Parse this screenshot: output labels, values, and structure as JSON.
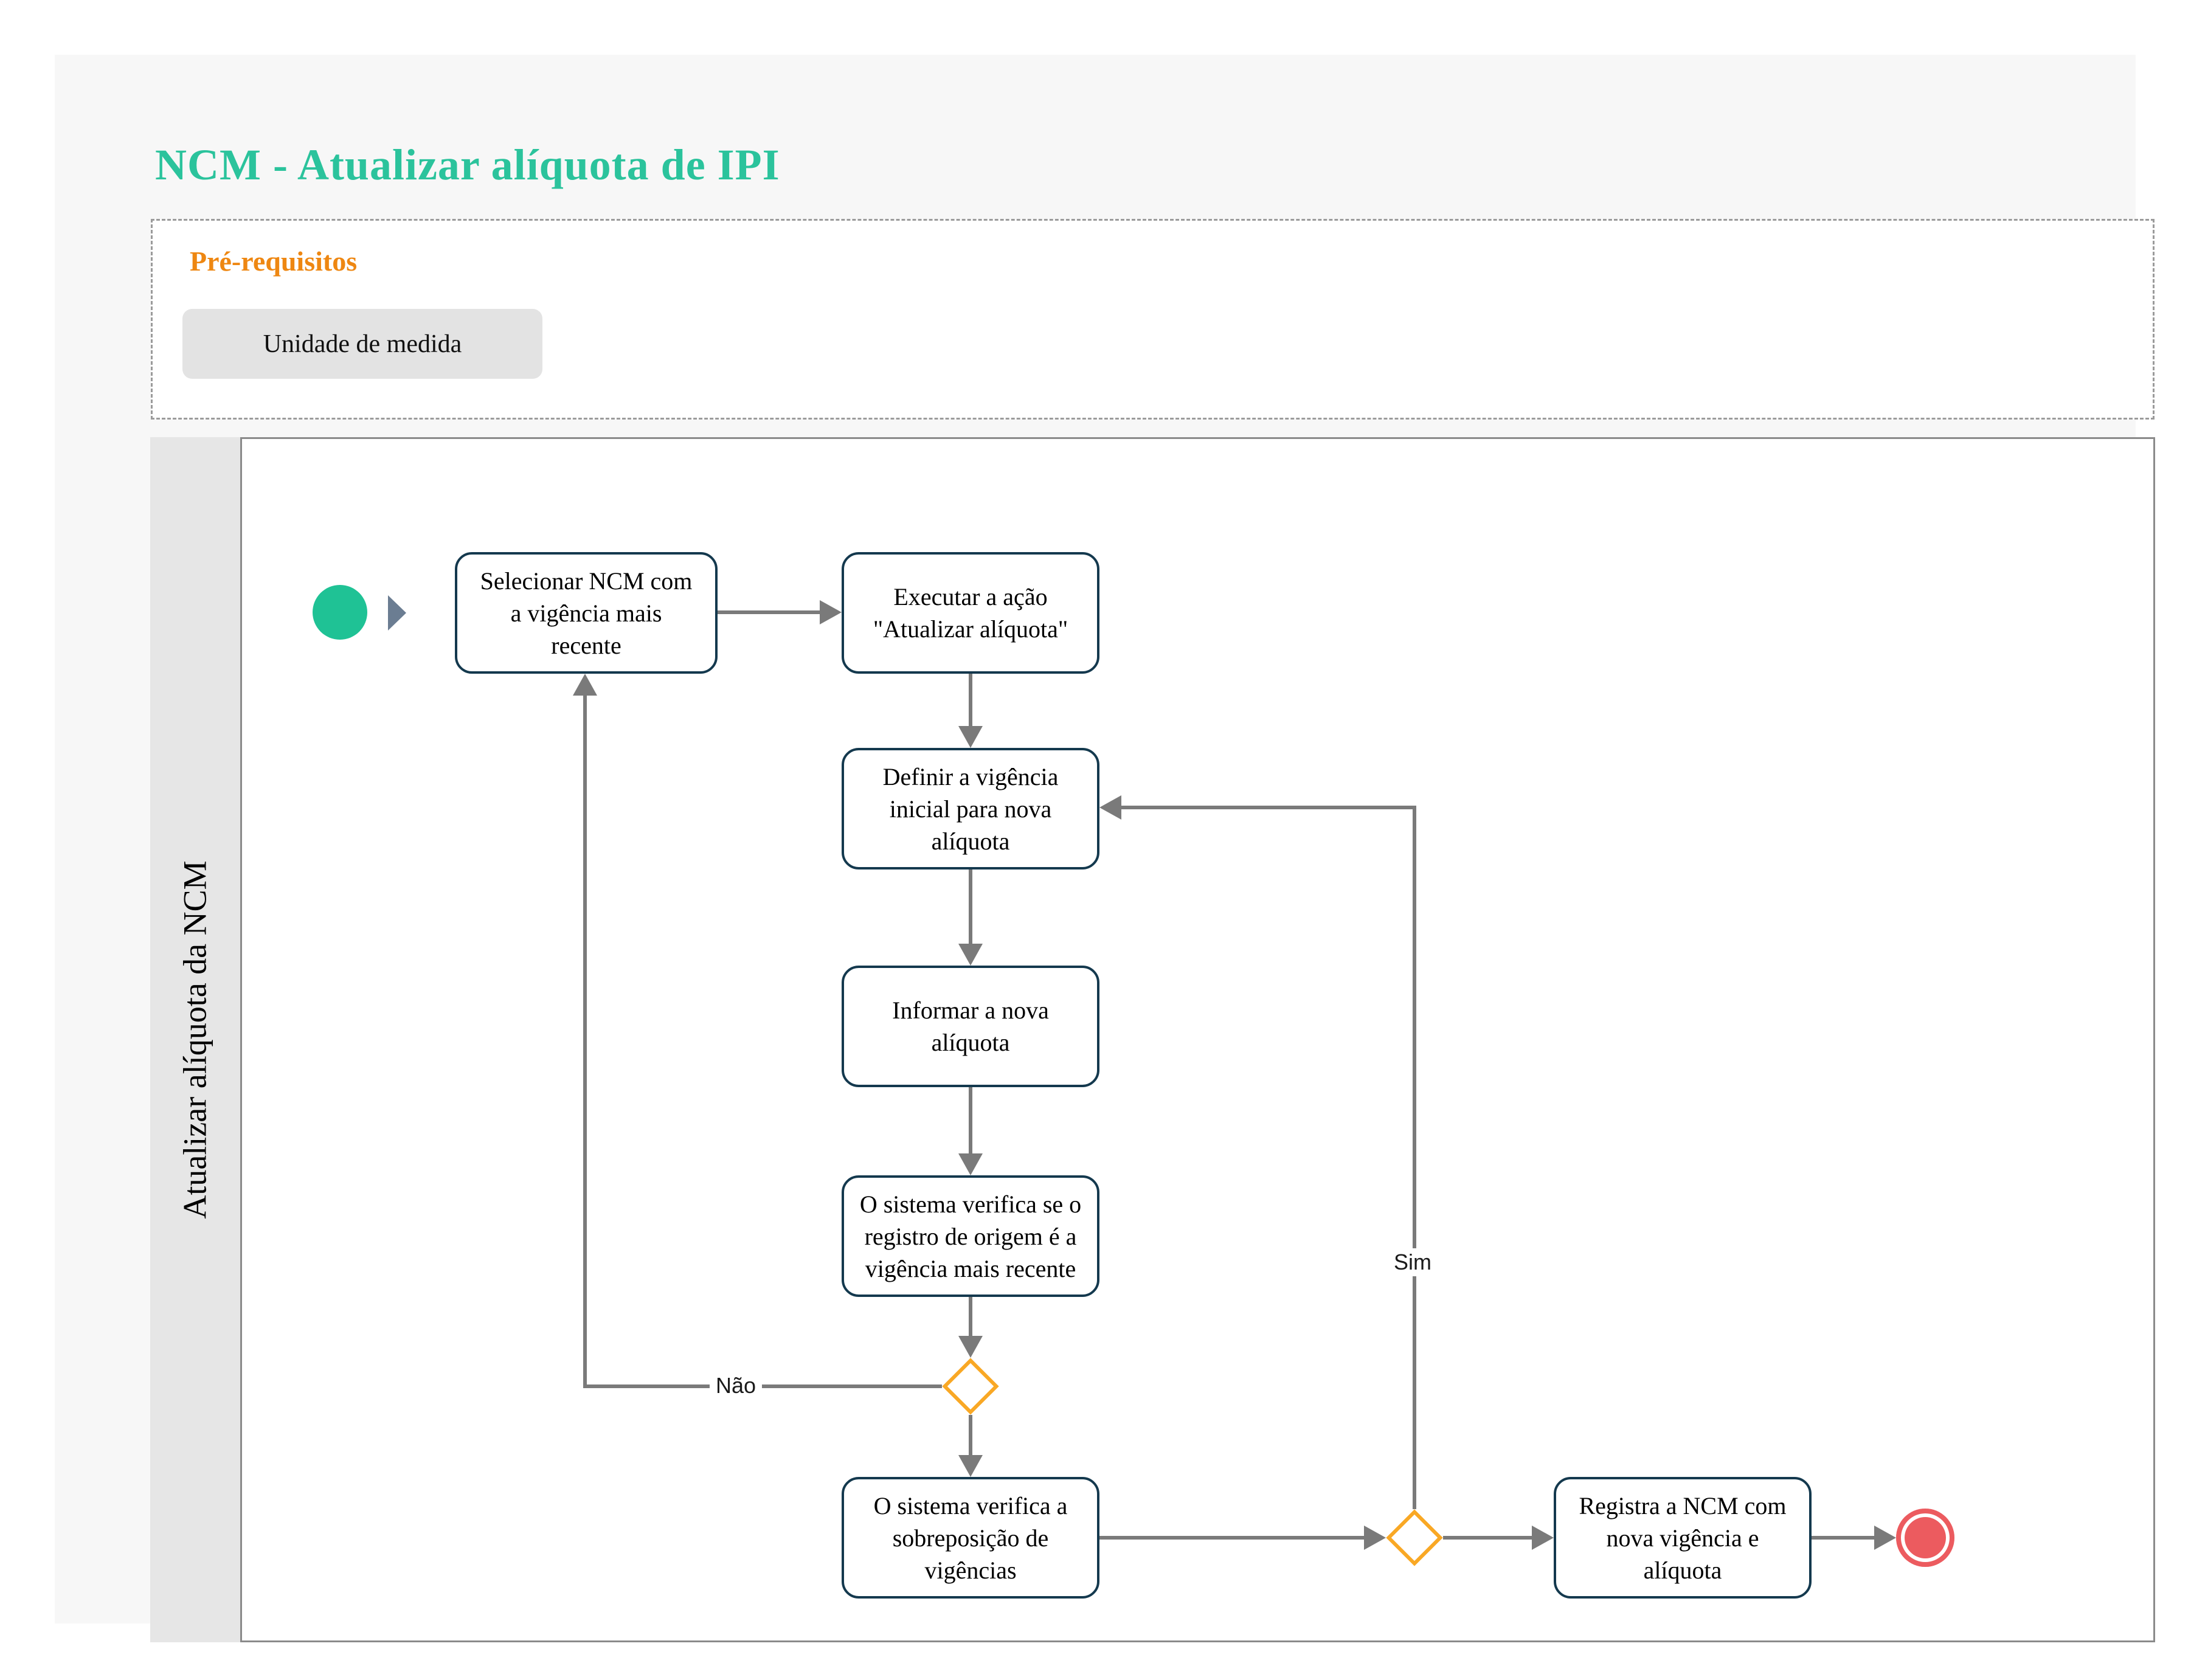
{
  "header": {
    "title": "NCM - Atualizar alíquota de IPI"
  },
  "prerequisites": {
    "label": "Pré-requisitos",
    "items": [
      "Unidade de medida"
    ]
  },
  "lane": {
    "label": "Atualizar alíquota da NCM"
  },
  "process": {
    "tasks": {
      "select_ncm": "Selecionar NCM com\na vigência mais\nrecente",
      "execute_action": "Executar a ação\n\"Atualizar alíquota\"",
      "define_validity": "Definir a vigência\ninicial para nova\nalíquota",
      "inform_rate": "Informar a nova\nalíquota",
      "check_origin": "O sistema verifica se o\nregistro de origem é a\nvigência mais recente",
      "check_overlap": "O sistema verifica a\nsobreposição de\nvigências",
      "register_ncm": "Registra a NCM com\nnova vigência e\nalíquota"
    },
    "labels": {
      "no": "Não",
      "yes": "Sim"
    }
  },
  "colors": {
    "title": "#2bc39c",
    "prereq_label": "#ee8712",
    "task_border": "#14394e",
    "gateway": "#f9a825",
    "start_event": "#1fc295",
    "end_event": "#ec5b5f",
    "connector": "#7a7a7a"
  }
}
